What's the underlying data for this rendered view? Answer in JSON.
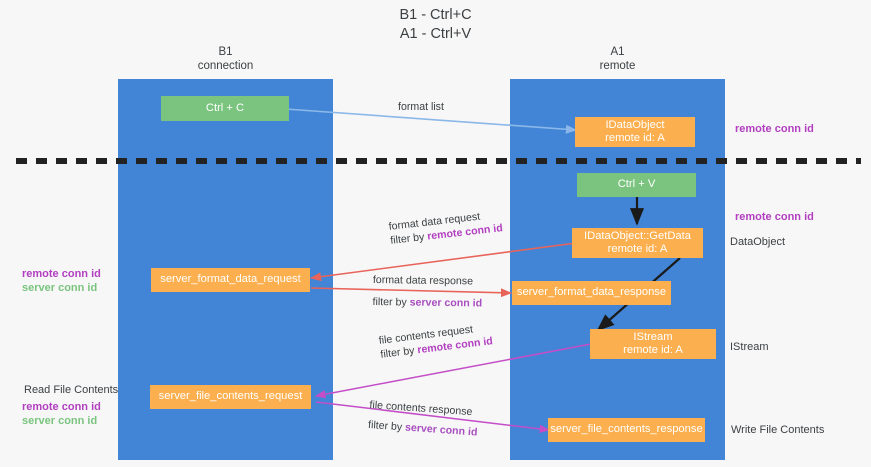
{
  "title": "B1 - Ctrl+C\nA1 - Ctrl+V",
  "columns": {
    "left": {
      "header": "B1\nconnection"
    },
    "right": {
      "header": "A1\nremote"
    }
  },
  "colors": {
    "lane": "#4285d6",
    "green_box": "#7ac47f",
    "orange_box": "#fbaf4e",
    "remote_conn_id": "#b23fc0",
    "server_conn_id": "#7ac47f",
    "arrow_blue": "#8bb8e8",
    "arrow_red": "#e8645a",
    "arrow_magenta": "#c44ec8",
    "arrow_black": "#1a1a1a",
    "divider": "#222222",
    "text": "#3c4043"
  },
  "nodes": {
    "ctrl_c": "Ctrl + C",
    "ctrl_v": "Ctrl + V",
    "idataobject_remote": "IDataObject\nremote id: A",
    "idataobject_getdata": "IDataObject::GetData\nremote id: A",
    "istream": "IStream\nremote id: A",
    "server_format_data_request": "server_format_data_request",
    "server_format_data_response": "server_format_data_response",
    "server_file_contents_request": "server_file_contents_request",
    "server_file_contents_response": "server_file_contents_response"
  },
  "edge_labels": {
    "format_list": "format list",
    "format_data_request": "format data request",
    "format_data_request_filter_prefix": "filter by ",
    "format_data_request_filter_key": "remote conn id",
    "format_data_response": "format data response",
    "format_data_response_filter_prefix": "filter by ",
    "format_data_response_filter_key": "server conn id",
    "file_contents_request": "file contents request",
    "file_contents_request_filter_prefix": "filter by ",
    "file_contents_request_filter_key": "remote conn id",
    "file_contents_response": "file contents response",
    "file_contents_response_filter_prefix": "filter by ",
    "file_contents_response_filter_key": "server conn id"
  },
  "annotations": {
    "right_remote_conn_id_top": "remote conn id",
    "right_remote_conn_id_mid": "remote conn id",
    "right_dataobject": "DataObject",
    "right_istream": "IStream",
    "right_write_file_contents": "Write File Contents",
    "left_conn_ids_top": {
      "remote": "remote conn id",
      "server": "server conn id"
    },
    "left_read_file_contents": "Read File Contents",
    "left_conn_ids_bottom": {
      "remote": "remote conn id",
      "server": "server conn id"
    }
  }
}
